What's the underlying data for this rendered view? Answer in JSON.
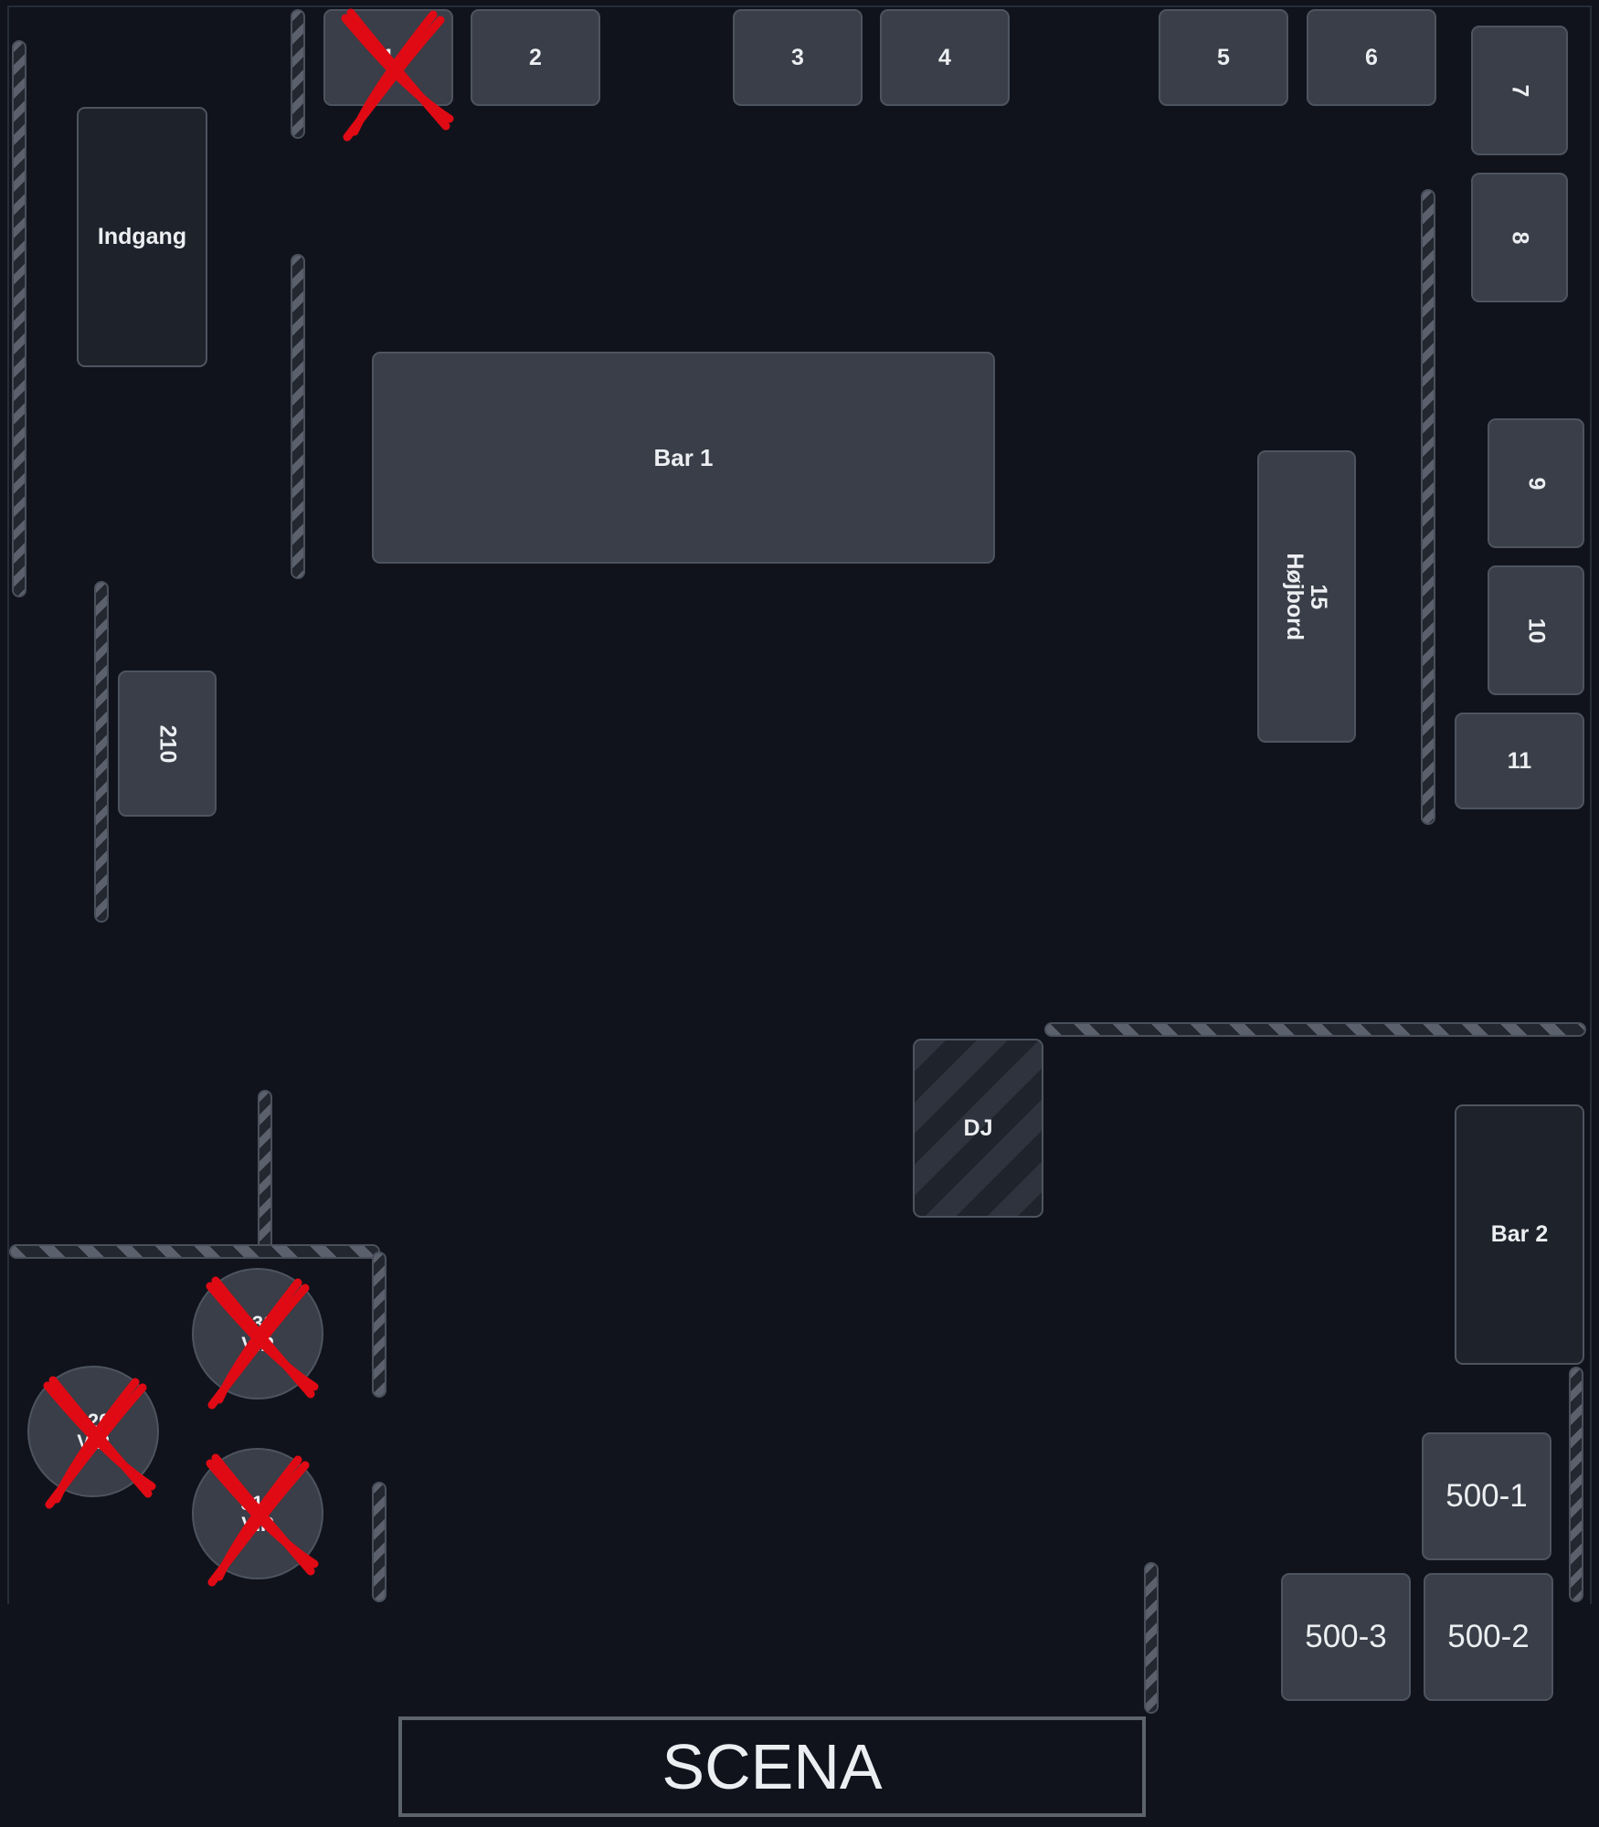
{
  "floorplan": {
    "colors": {
      "background": "#10131c",
      "table": "#393e48",
      "wall": "#5b616c",
      "booked_mark": "#e00a14"
    },
    "entrance_label": "Indgang",
    "bar1_label": "Bar 1",
    "bar2_label": "Bar 2",
    "dj_label": "DJ",
    "stage_label": "SCENA",
    "tables": [
      {
        "label": "1",
        "booked": true
      },
      {
        "label": "2",
        "booked": false
      },
      {
        "label": "3",
        "booked": false
      },
      {
        "label": "4",
        "booked": false
      },
      {
        "label": "5",
        "booked": false
      },
      {
        "label": "6",
        "booked": false
      },
      {
        "label": "7",
        "booked": false
      },
      {
        "label": "8",
        "booked": false
      },
      {
        "label": "9",
        "booked": false
      },
      {
        "label": "10",
        "booked": false
      },
      {
        "label": "11",
        "booked": false
      },
      {
        "label": "210",
        "booked": false
      },
      {
        "label": "500-1",
        "booked": false
      },
      {
        "label": "500-2",
        "booked": false
      },
      {
        "label": "500-3",
        "booked": false
      }
    ],
    "high_table": {
      "number": "15",
      "name": "Højbord",
      "booked": false
    },
    "vip_tables": [
      {
        "number": "330",
        "tag": "VIP",
        "booked": true
      },
      {
        "number": "320",
        "tag": "VIP",
        "booked": true
      },
      {
        "number": "310",
        "tag": "VIP",
        "booked": true
      }
    ]
  }
}
